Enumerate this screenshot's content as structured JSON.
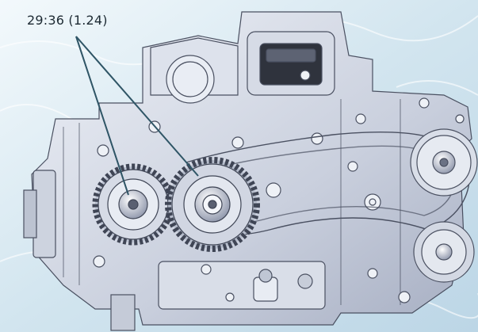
{
  "annotation": {
    "ratio_label": "29:36 (1.24)"
  },
  "colors": {
    "water_light": "#eef6fa",
    "water_mid": "#c9dfeb",
    "metal_light": "#e7ebf3",
    "metal_mid": "#b9c0d1",
    "metal_dark": "#5a6071",
    "belt": "#d4d9e4",
    "leader_line": "#2f5566"
  },
  "figure": {
    "subject": "engine-timing-gear-cutaway",
    "gear_small_teeth": 29,
    "gear_large_teeth": 36
  }
}
